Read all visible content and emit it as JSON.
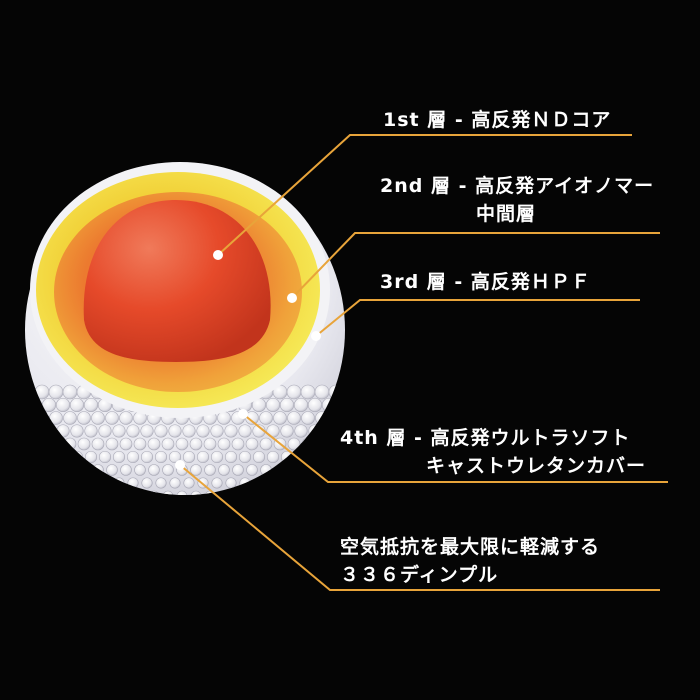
{
  "diagram": {
    "layers": [
      {
        "lines": [
          "1st 層 - 高反発ＮＤコア"
        ]
      },
      {
        "lines": [
          "2nd 層 - 高反発アイオノマー",
          "中間層"
        ]
      },
      {
        "lines": [
          "3rd 層 - 高反発ＨＰＦ"
        ]
      },
      {
        "lines": [
          "4th 層 - 高反発ウルトラソフト",
          "キャストウレタンカバー"
        ]
      },
      {
        "lines": [
          "空気抵抗を最大限に軽減する",
          "３３６ディンプル"
        ]
      }
    ],
    "colors": {
      "background": "#050505",
      "leader_line": "#e8a43a",
      "core": "#e8552a",
      "mantle": "#f0a12a",
      "inner_cover": "#f3e23a",
      "cover": "#e9e9ee",
      "dot": "#ffffff"
    }
  }
}
